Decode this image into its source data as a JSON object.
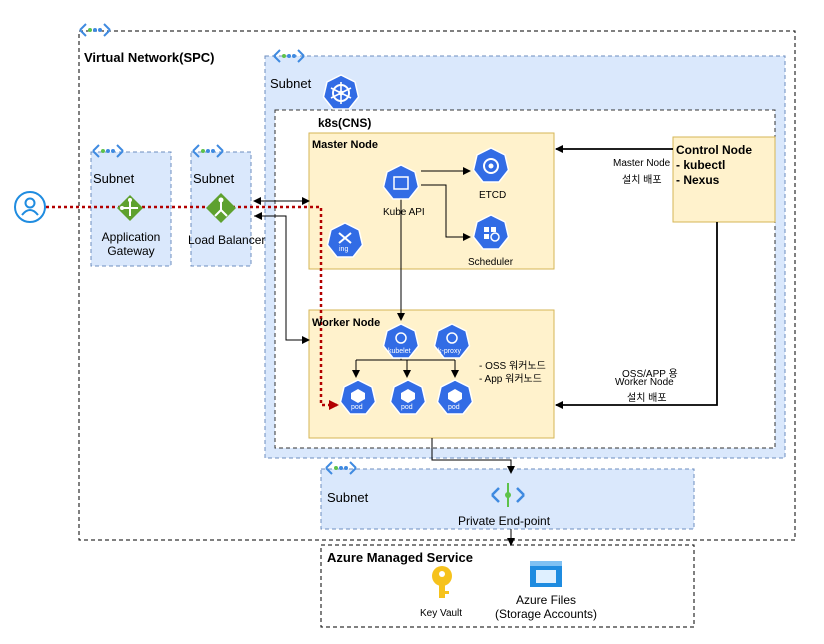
{
  "vnet": {
    "title": "Virtual Network(SPC)"
  },
  "subnets": {
    "label": "Subnet"
  },
  "k8s": {
    "title": "k8s(CNS)"
  },
  "master": {
    "title": "Master Node",
    "kube_api": "Kube API",
    "etcd": "ETCD",
    "scheduler": "Scheduler",
    "ing": "ing"
  },
  "worker": {
    "title": "Worker Node",
    "kubelet": "kubelet",
    "kproxy": "k-proxy",
    "pod": "pod",
    "note1": "- OSS 워커노드",
    "note2": "- App 워커노드"
  },
  "control": {
    "title": "Control Node",
    "item1": "- kubectl",
    "item2": "- Nexus"
  },
  "annotations": {
    "master_install_1": "Master Node",
    "master_install_2": "설치 배포",
    "worker_install_1": "OSS/APP 용",
    "worker_install_2": "Worker Node",
    "worker_install_3": "설치 배포"
  },
  "gateway": {
    "line1": "Application",
    "line2": "Gateway"
  },
  "load_balancer": {
    "label": "Load Balancer"
  },
  "private_endpoint": {
    "label": "Private End-point"
  },
  "managed": {
    "title": "Azure Managed Service",
    "key_vault": "Key Vault",
    "files_line1": "Azure Files",
    "files_line2": "(Storage Accounts)"
  },
  "colors": {
    "subnet_fill": "#dae8fc",
    "node_fill": "#fff2cc",
    "node_border": "#d6b656",
    "azure_blue": "#2f6fdb",
    "traffic_red": "#b20000"
  },
  "icons": [
    "subnet-icon",
    "kubernetes-icon",
    "user-icon",
    "app-gateway-icon",
    "load-balancer-icon",
    "kube-api-icon",
    "etcd-icon",
    "scheduler-icon",
    "ingress-icon",
    "kubelet-icon",
    "k-proxy-icon",
    "pod-icon",
    "private-endpoint-icon",
    "key-vault-icon",
    "azure-files-icon"
  ]
}
